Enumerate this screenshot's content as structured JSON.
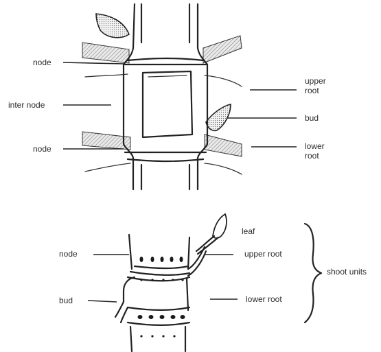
{
  "top_figure": {
    "labels": {
      "node_upper": "node",
      "internode": "inter node",
      "node_lower": "node",
      "upper_root": [
        "upper",
        "root"
      ],
      "bud": "bud",
      "lower_root": [
        "lower",
        "root"
      ]
    }
  },
  "bottom_figure": {
    "labels": {
      "leaf": "leaf",
      "node": "node",
      "upper_root": "upper root",
      "shoot_units": "shoot units",
      "bud": "bud",
      "lower_root": "lower root"
    }
  }
}
